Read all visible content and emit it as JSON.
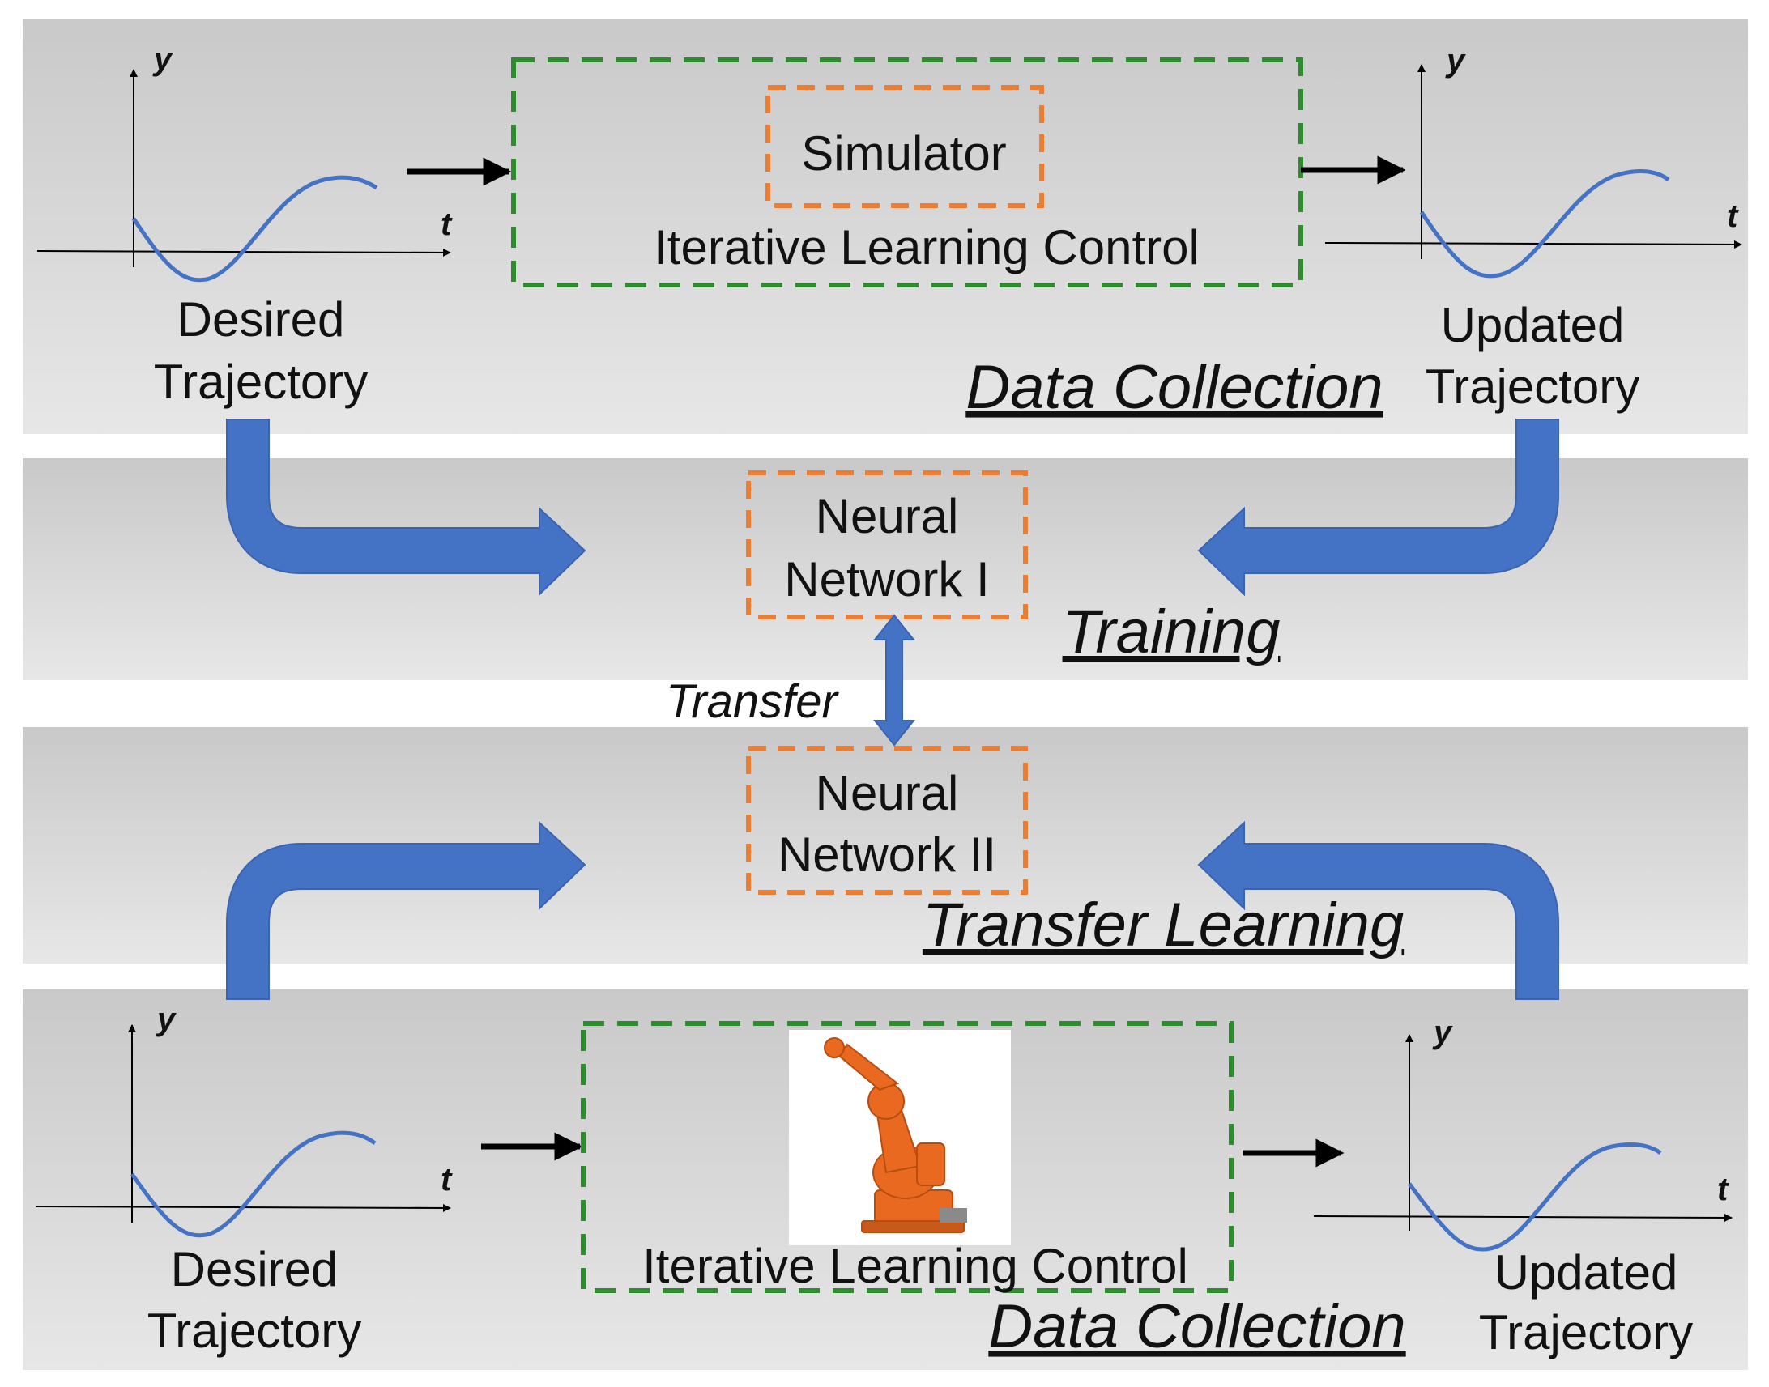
{
  "colors": {
    "panel_top": "#c9c9c9",
    "panel_bottom": "#e7e7e7",
    "arrow_blue": "#4472c4",
    "dash_green": "#2e8b2e",
    "dash_orange": "#ed7d31",
    "curve_blue": "#4472c4",
    "robot_orange": "#e8691f"
  },
  "axes": {
    "y_label": "y",
    "t_label": "t"
  },
  "top_section": {
    "input_label_line1": "Desired",
    "input_label_line2": "Trajectory",
    "ilc_label": "Iterative Learning Control",
    "simulator_label": "Simulator",
    "output_label_line1": "Updated",
    "output_label_line2": "Trajectory",
    "section_title": "Data Collection"
  },
  "training": {
    "nn_label_line1": "Neural",
    "nn_label_line2": "Network I",
    "section_title": "Training"
  },
  "transfer": {
    "label": "Transfer"
  },
  "transfer_learning": {
    "nn_label_line1": "Neural",
    "nn_label_line2": "Network II",
    "section_title": "Transfer Learning"
  },
  "bottom_section": {
    "input_label_line1": "Desired",
    "input_label_line2": "Trajectory",
    "ilc_label": "Iterative Learning Control",
    "robot_image": "industrial-robot-arm",
    "output_label_line1": "Updated",
    "output_label_line2": "Trajectory",
    "section_title": "Data Collection"
  }
}
